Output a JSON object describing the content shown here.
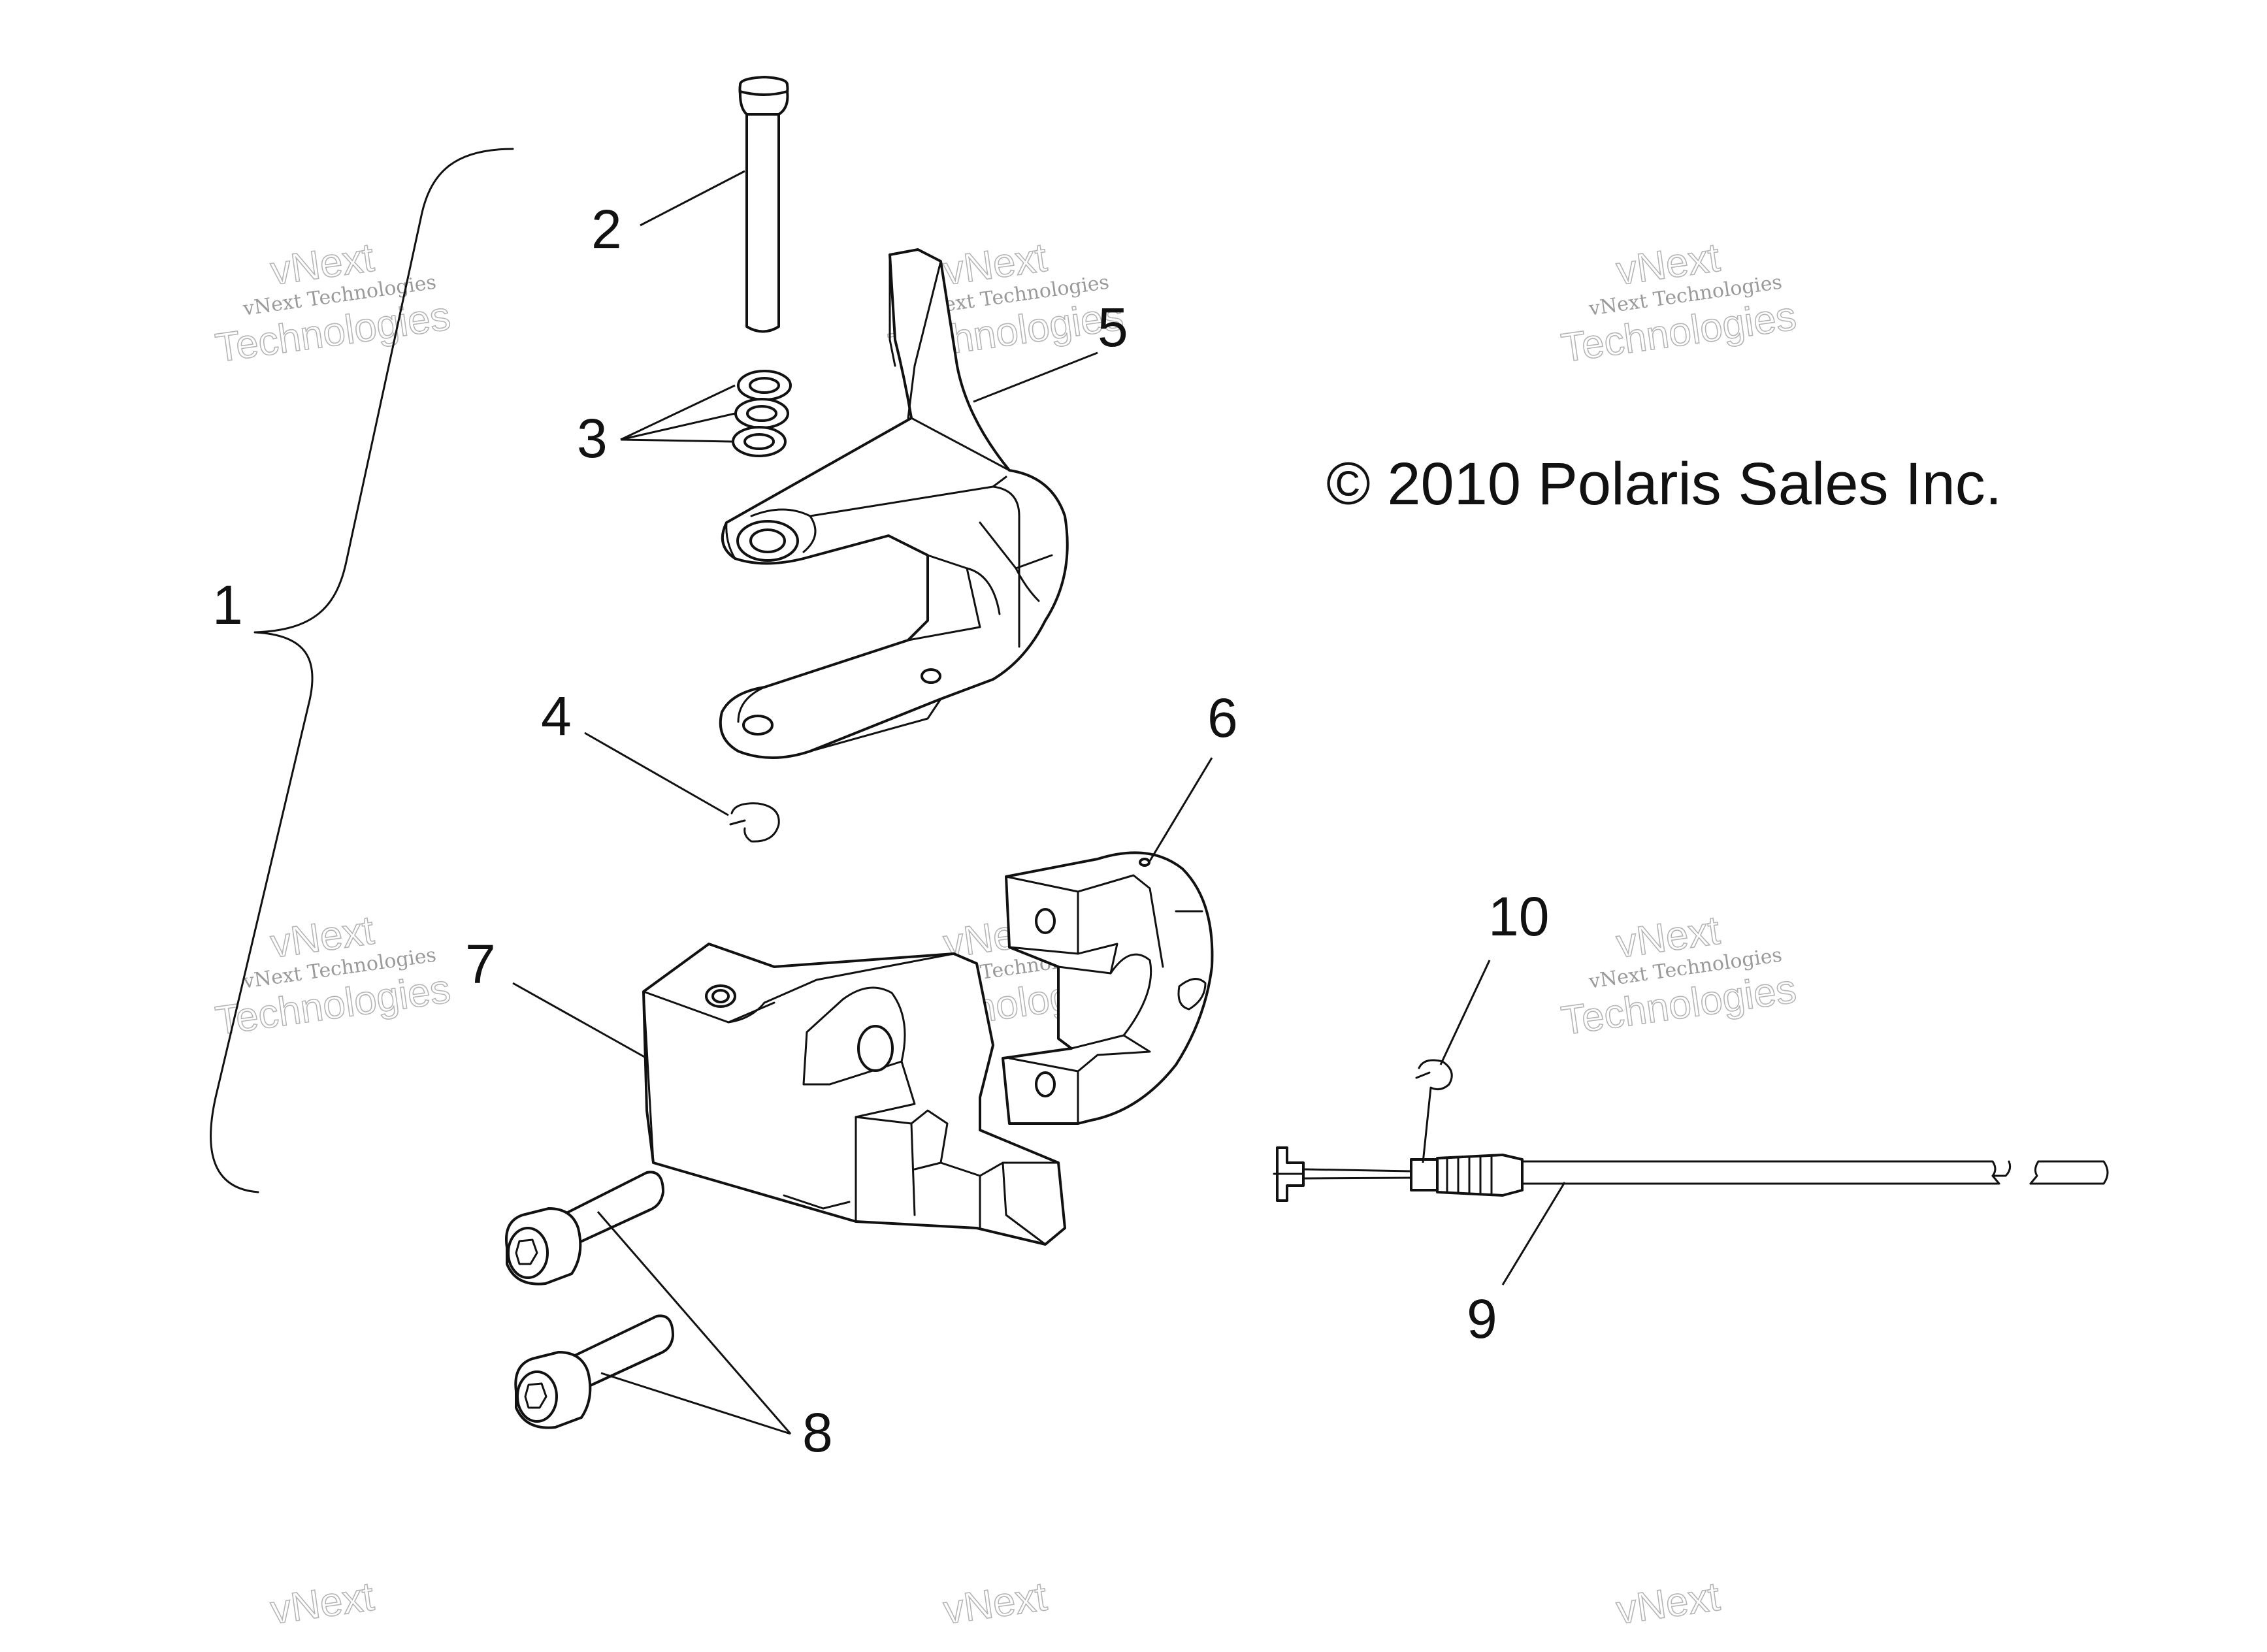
{
  "copyright": "© 2010 Polaris Sales Inc.",
  "watermark": {
    "line1": "vNext Technologies",
    "line2": "vNext",
    "line3": "Technologies"
  },
  "callouts": [
    {
      "id": "1",
      "label": "1"
    },
    {
      "id": "2",
      "label": "2"
    },
    {
      "id": "3",
      "label": "3"
    },
    {
      "id": "4",
      "label": "4"
    },
    {
      "id": "5",
      "label": "5"
    },
    {
      "id": "6",
      "label": "6"
    },
    {
      "id": "7",
      "label": "7"
    },
    {
      "id": "8",
      "label": "8"
    },
    {
      "id": "9",
      "label": "9"
    },
    {
      "id": "10",
      "label": "10"
    }
  ]
}
